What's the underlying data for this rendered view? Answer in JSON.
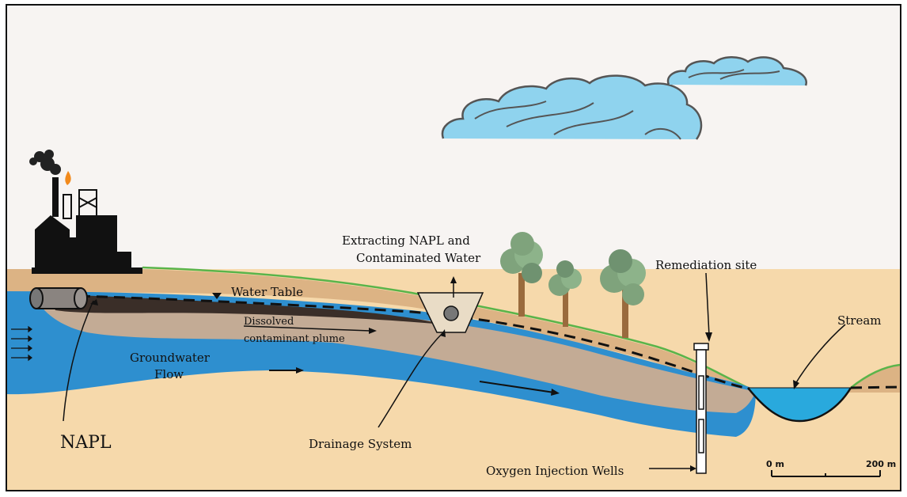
{
  "labels": {
    "water_table": "Water Table",
    "dissolved_line1": "Dissolved",
    "dissolved_line2": "contaminant plume",
    "groundwater_line1": "Groundwater",
    "groundwater_line2": "Flow",
    "napl": "NAPL",
    "drainage": "Drainage System",
    "extracting_line1": "Extracting NAPL and",
    "extracting_line2": "Contaminated Water",
    "remediation": "Remediation site",
    "stream": "Stream",
    "oxygen": "Oxygen Injection Wells",
    "scale_start": "0 m",
    "scale_end": "200 m"
  },
  "colors": {
    "sky": "#f7f4f2",
    "soil": "#f6d9ab",
    "topsoil": "#dcb384",
    "grass": "#5ab44a",
    "aquifer": "#2e8fcf",
    "plume": "#c3ab95",
    "napl_dark": "#3a2e28",
    "cloud": "#8fd3ee",
    "stream": "#29a9dd",
    "tree_leaf": "#7fa37c",
    "tree_trunk": "#9a6b3d"
  }
}
